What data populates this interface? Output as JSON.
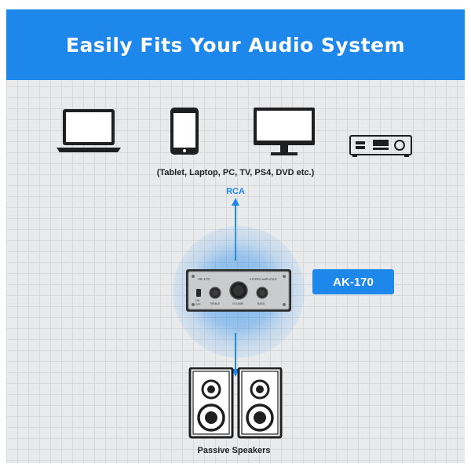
{
  "banner": {
    "title": "Easily Fits Your Audio System"
  },
  "devices": {
    "caption": "(Tablet, Laptop, PC, TV, PS4, DVD etc.)",
    "icons": [
      "laptop-icon",
      "tablet-icon",
      "monitor-icon",
      "receiver-icon"
    ]
  },
  "connection": {
    "top_label": "RCA"
  },
  "amplifier": {
    "model": "AK-170",
    "panel": {
      "brand": "AK-170",
      "top_right": "STEREO AMPLIFIER",
      "left_label": "TREBLE",
      "center_label": "VOLUME",
      "right_label": "BASS",
      "on_label": "ON",
      "off_label": "OFF"
    }
  },
  "speakers": {
    "label": "Passive Speakers"
  },
  "colors": {
    "accent": "#1e87ec",
    "grid_bg": "#e9eaeb",
    "dark": "#1f1f1f"
  }
}
